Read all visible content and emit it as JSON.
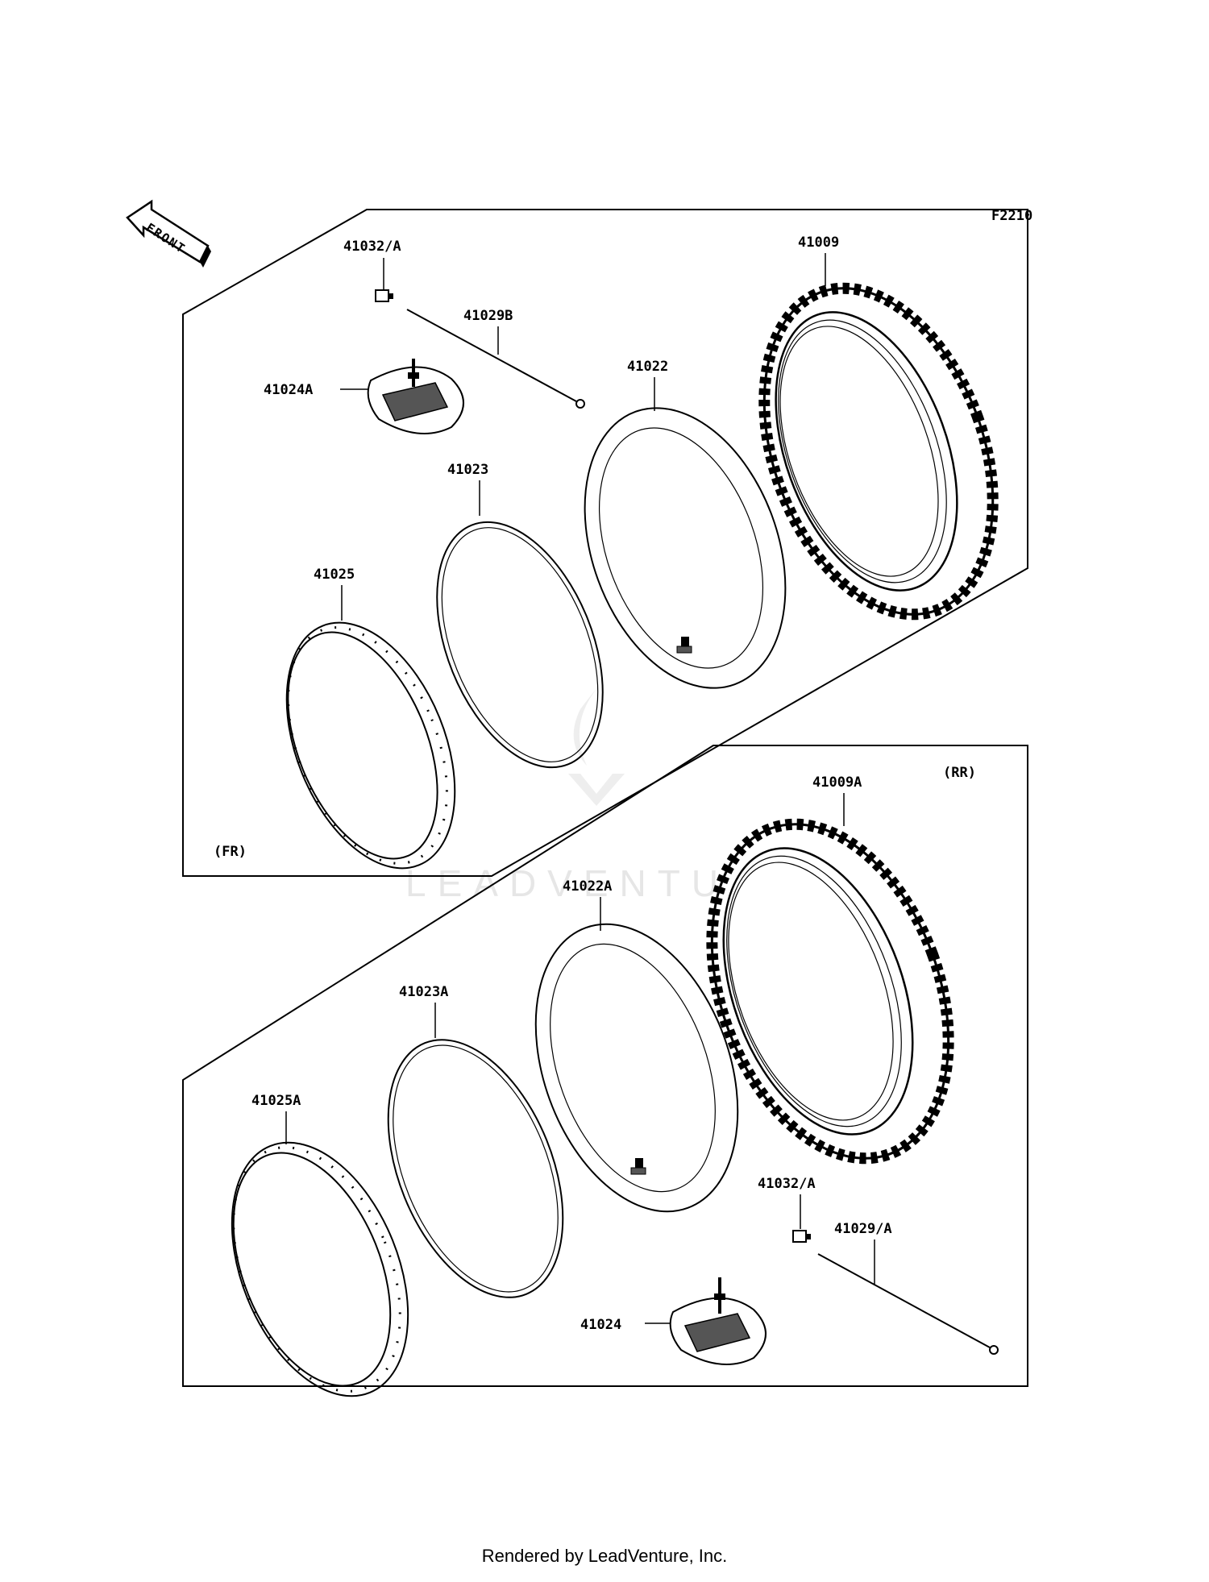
{
  "diagram_code": "F2210",
  "front_arrow_label": "FRONT",
  "front_section_label": "(FR)",
  "rear_section_label": "(RR)",
  "watermark_text": "LEADVENTURE",
  "front_parts": {
    "spoke_nipple": "41032/A",
    "spoke": "41029B",
    "tire": "41009",
    "rim_lock": "41024A",
    "inner_tube": "41022",
    "rim_band": "41023",
    "rim": "41025"
  },
  "rear_parts": {
    "tire": "41009A",
    "inner_tube": "41022A",
    "rim_band": "41023A",
    "rim": "41025A",
    "spoke_nipple": "41032/A",
    "spoke": "41029/A",
    "rim_lock": "41024"
  },
  "footer_text": "Rendered by LeadVenture, Inc."
}
